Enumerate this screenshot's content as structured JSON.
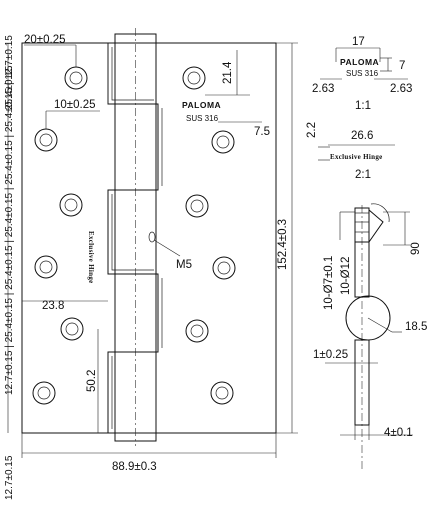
{
  "dimensions": {
    "hole_edge": "20±0.25",
    "hole_inset": "10±0.25",
    "gap": "21.4",
    "slot": "7.5",
    "height": "152.4±0.3",
    "hole_size": "M5",
    "knuckle": "23.8",
    "spacing": "50.2",
    "width": "88.9±0.3",
    "pitch_chain_left": "25.4±0.15",
    "pitch_chain_full": "12.7±0.15 | 25.4±0.15 | 25.4±0.15 | 25.4±0.15 | 25.4±0.15 | 25.4±0.15 | 12.7±0.15",
    "pitch_chain_bottom": "12.7±0.15"
  },
  "logo_detail": {
    "brand": "PALOMA",
    "material": "SUS 316",
    "width": "17",
    "height": "7",
    "offset_left": "2.63",
    "offset_right": "2.63",
    "scale": "1:1"
  },
  "exclusive_detail": {
    "text": "Exclusive Hinge",
    "height": "2.2",
    "width": "26.6",
    "scale": "2:1"
  },
  "section": {
    "bore": "10-Ø7±0.1",
    "counterbore": "10-Ø12",
    "angle": "90",
    "radius": "18.5",
    "offset": "1±0.25",
    "thickness": "4±0.1"
  },
  "leaf_texts": {
    "brand": "PALOMA",
    "material": "SUS 316",
    "vertical": "Exclusive Hinge"
  }
}
